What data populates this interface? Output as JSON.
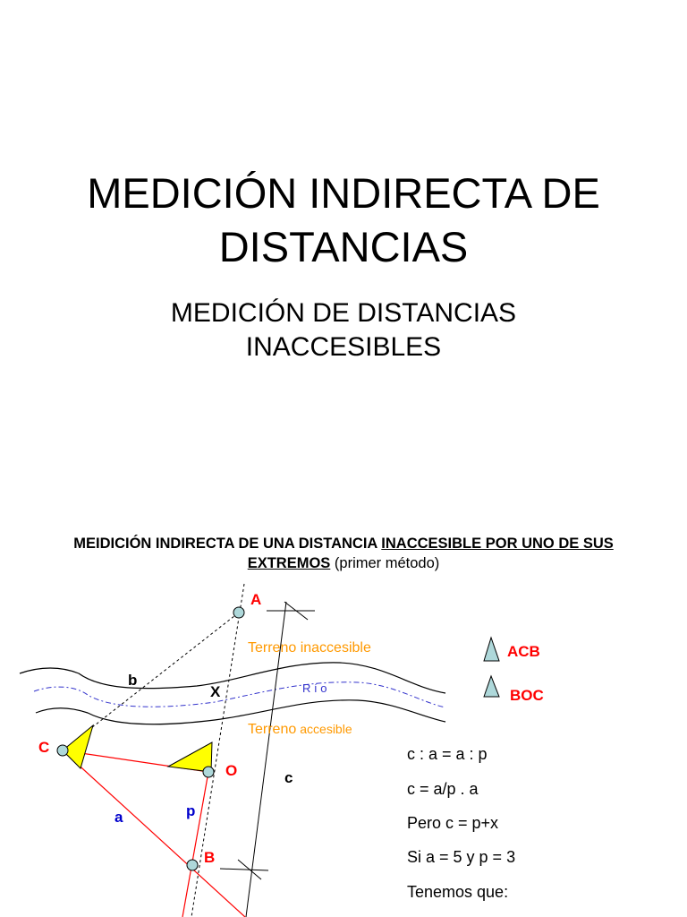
{
  "slide": {
    "title": "MEDICIÓN INDIRECTA DE DISTANCIAS",
    "subtitle_line1": "MEDICIÓN DE DISTANCIAS",
    "subtitle_line2": "INACCESIBLES"
  },
  "caption": {
    "part1": "MEIDICIÓN INDIRECTA DE UNA DISTANCIA ",
    "part2": "INACCESIBLE POR UNO DE SUS EXTREMOS",
    "part3": " (primer método)"
  },
  "diagram": {
    "points": {
      "A": "A",
      "B": "B",
      "C": "C",
      "O": "O",
      "X": "X"
    },
    "segments": {
      "a": "a",
      "b": "b",
      "c": "c",
      "p": "p"
    },
    "regions": {
      "inaccessible": "Terreno inaccesible",
      "accessible_word1": "Terreno",
      "accessible_word2": "accesible",
      "river": "R í o"
    },
    "legend": [
      {
        "label": "ACB"
      },
      {
        "label": "BOC"
      }
    ],
    "colors": {
      "red": "#ff0000",
      "blue": "#0000cc",
      "orange": "#ff9900",
      "triangle_fill": "#ffff00",
      "legend_triangle": "#aed8da",
      "point_fill": "#aed8da"
    }
  },
  "equations": [
    "c : a = a : p",
    "c = a/p . a",
    "Pero c = p+x",
    "Si a = 5 y p = 3",
    "Tenemos que:"
  ]
}
